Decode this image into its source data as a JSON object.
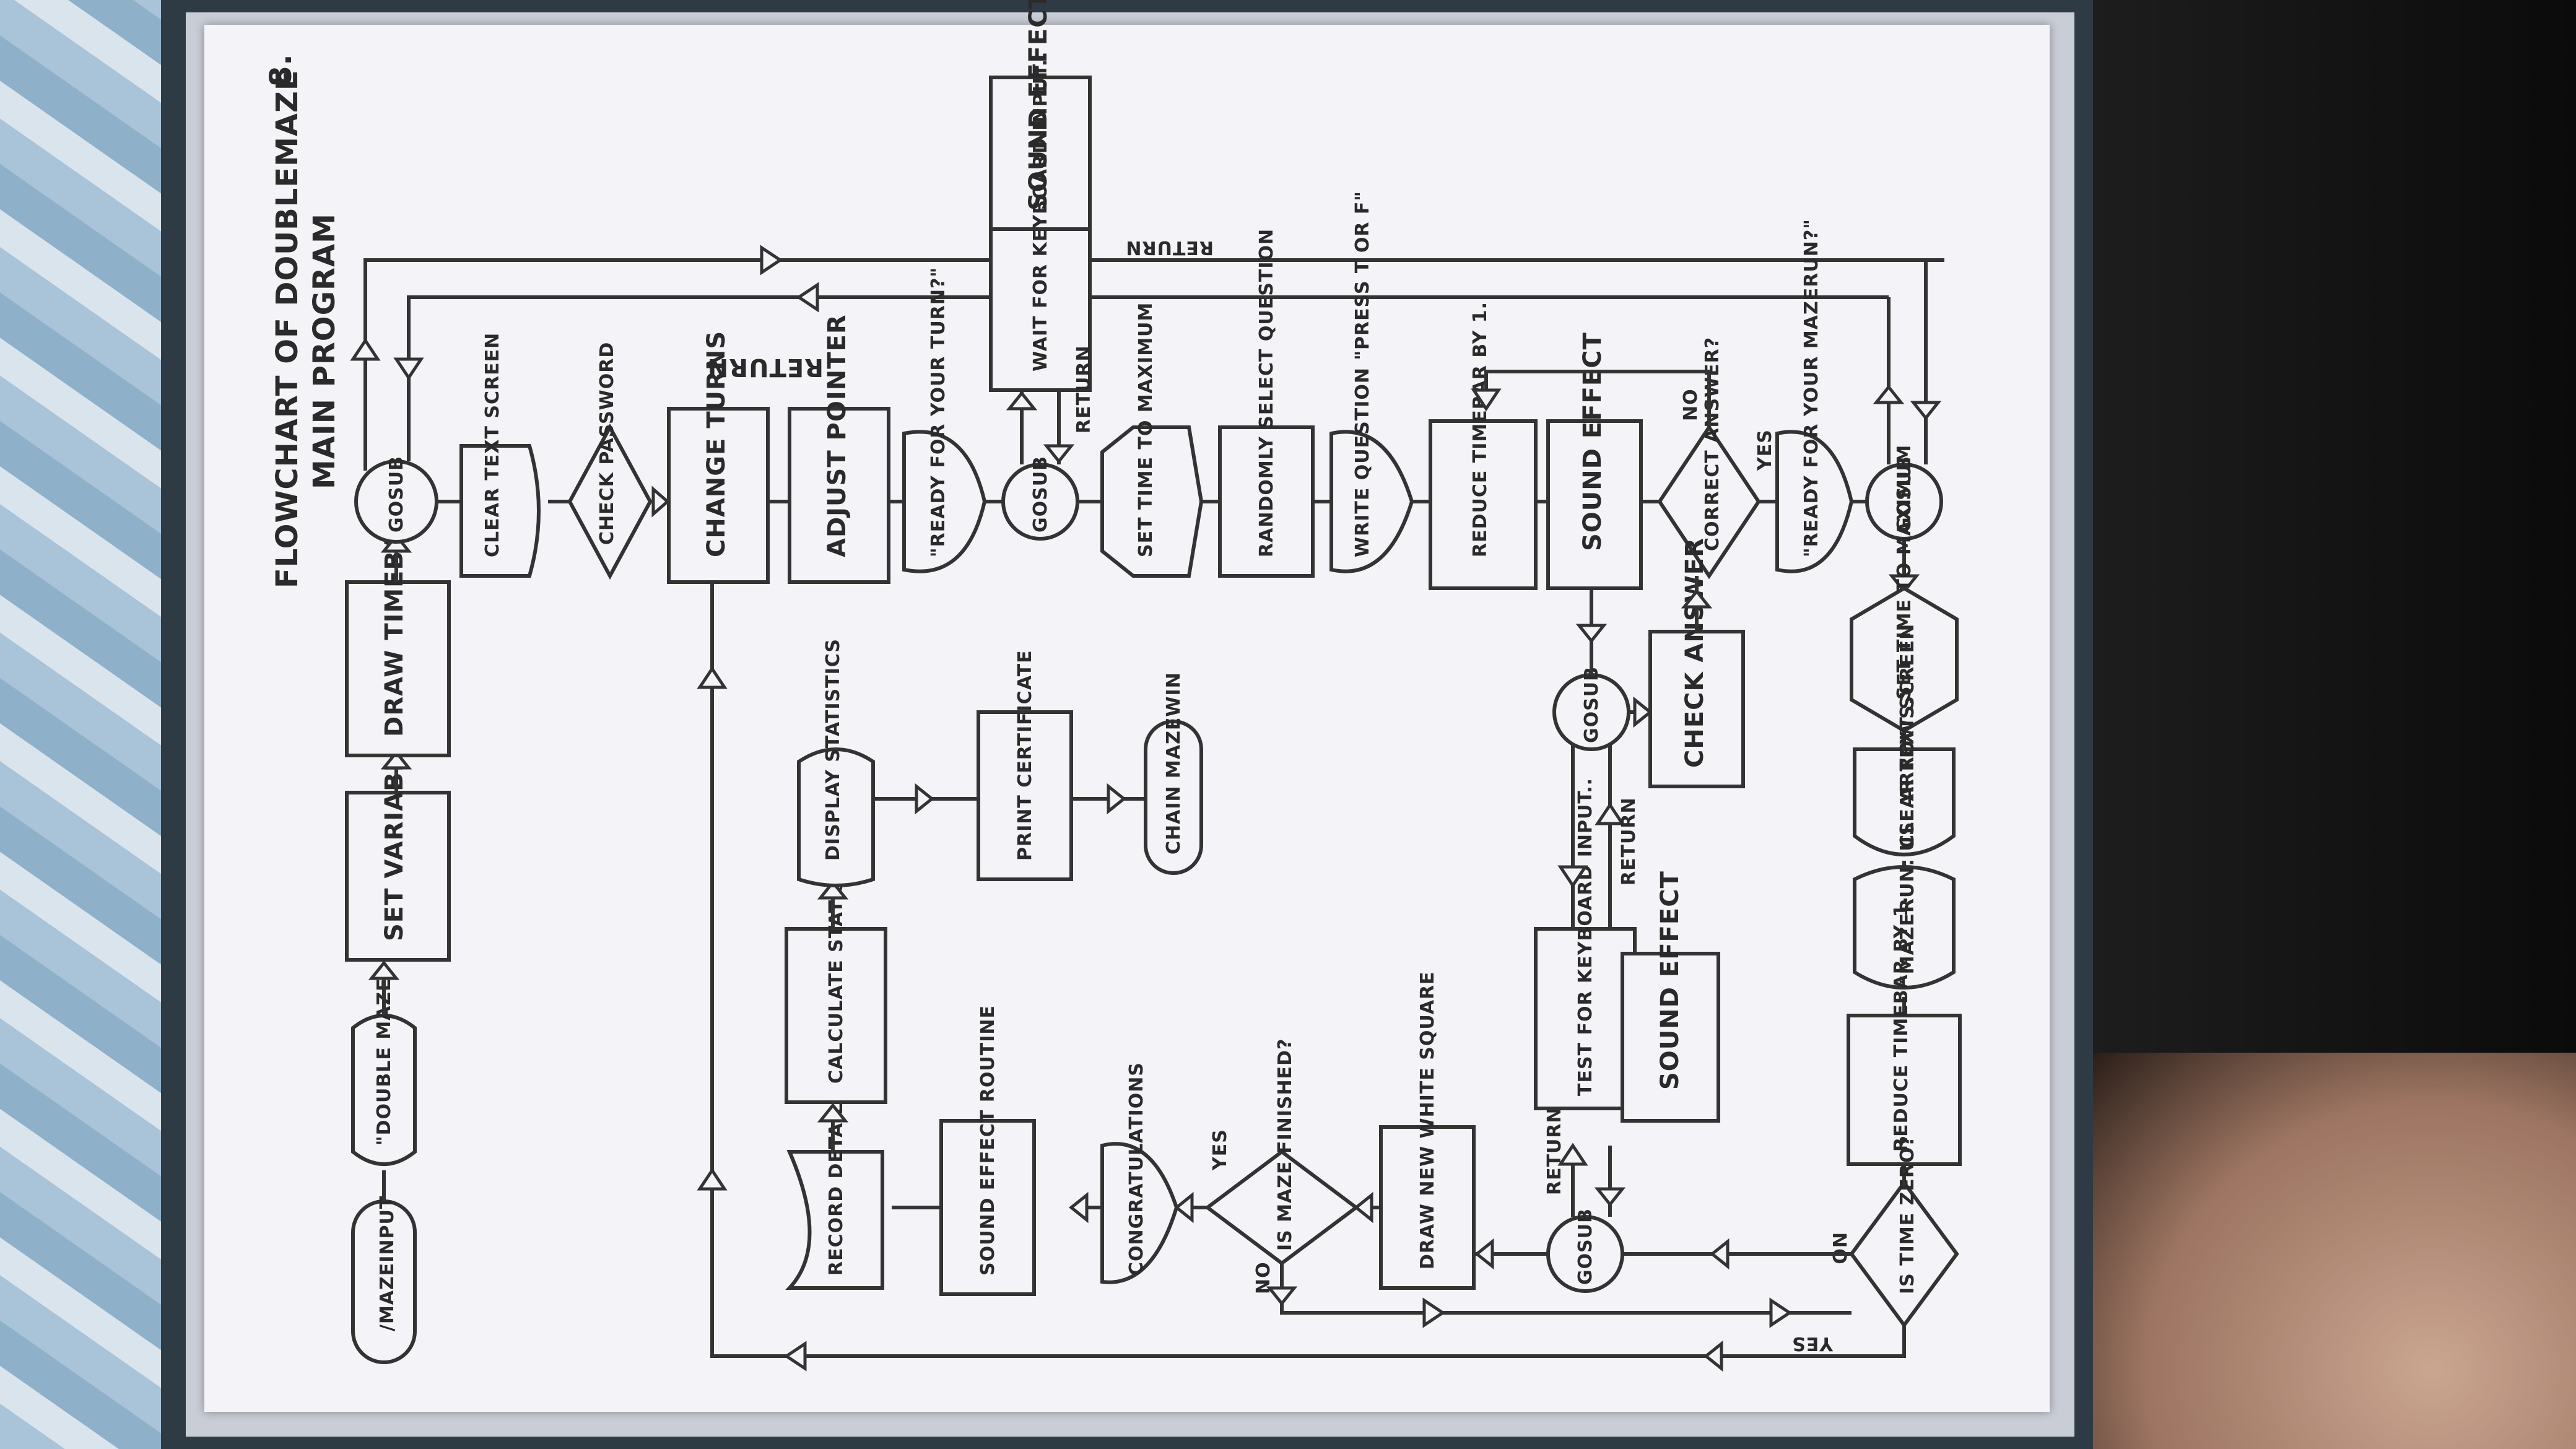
{
  "title": "FLOWCHART OF DOUBLEMAZE",
  "subtitle": "MAIN PROGRAM",
  "page_number": "8.",
  "nodes": {
    "mazeinput": "/MAZEINPUT",
    "doublemaze_screen": "\"DOUBLE MAZE\"",
    "set_variables": "SET VARIABLES",
    "draw_timebar": "DRAW TIMEBAR",
    "gosub_1": "GOSUB",
    "clear_text_1": "CLEAR TEXT SCREEN",
    "check_password": "CHECK PASSWORD",
    "change_turns": "CHANGE TURNS",
    "adjust_pointer": "ADJUST POINTER",
    "ready_turn_1": "\"READY FOR YOUR TURN?\"",
    "gosub_2": "GOSUB",
    "wait_keyboard": "WAIT FOR KEYBOARD INPUT..",
    "sound_effect_1": "SOUND EFFECT",
    "set_time_max_1": "SET TIME TO MAXIMUM",
    "randomly_select": "RANDOMLY SELECT QUESTION",
    "write_question": "WRITE QUESTION \"PRESS T OR F\"",
    "reduce_timebar_1": "REDUCE TIMEBAR BY 1.",
    "sound_effect_2": "SOUND EFFECT",
    "correct_answer": "CORRECT ANSWER?",
    "ready_maze": "\"READY FOR YOUR MAZERUN?\"",
    "gosub_3": "GOSUB",
    "set_time_max_2": "SET TIME TO MAXIMUM",
    "clear_text_2": "CLEAR TEXT SCREEN",
    "mazerun_arrows": "\"MAZERUN. USE ARROWS.\"",
    "reduce_timebar_2": "REDUCE TIMEBAR BY 1.",
    "is_time_zero": "IS TIME ZERO?",
    "gosub_4": "GOSUB",
    "test_keyboard": "TEST FOR KEYBOARD INPUT..",
    "sound_effect_3": "SOUND EFFECT",
    "gosub_5": "GOSUB",
    "check_answer": "CHECK ANSWER",
    "draw_white_square": "DRAW NEW WHITE SQUARE",
    "is_maze_finished": "IS MAZE FINISHED?",
    "congratulations": "CONGRATULATIONS",
    "sound_effect_routine": "SOUND EFFECT ROUTINE",
    "record_details": "RECORD DETAILS ON DISK",
    "calculate_statistics": "CALCULATE STATISTICS",
    "display_statistics": "DISPLAY STATISTICS",
    "print_certificate": "PRINT CERTIFICATE",
    "chain_mazewin": "CHAIN MAZEWIN"
  },
  "edge_labels": {
    "return_1": "RETURN",
    "return_2": "RETURN",
    "return_3": "RETURN",
    "return_4": "RETURN",
    "return_5": "RETURN",
    "no_1": "NO",
    "yes_1": "YES",
    "no_2": "NO",
    "yes_2": "YES",
    "no_3": "NO",
    "yes_3": "YES"
  }
}
